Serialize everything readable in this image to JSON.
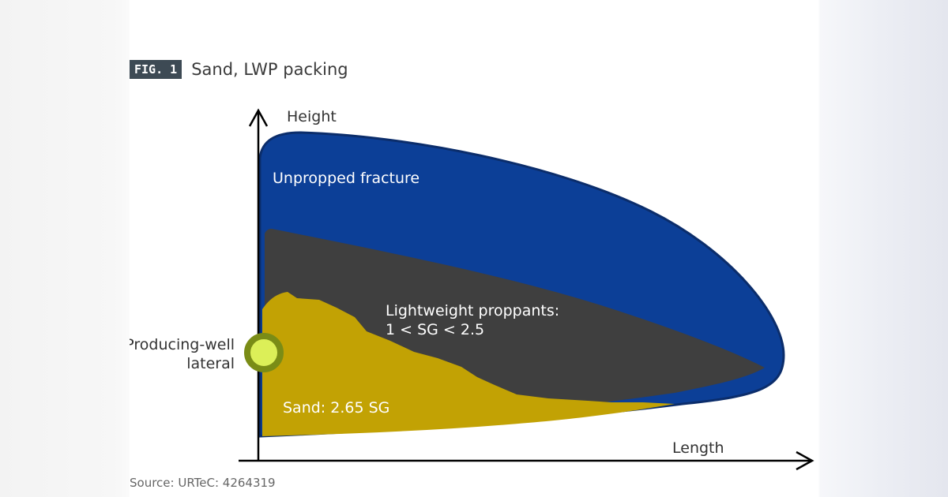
{
  "figure": {
    "badge": "FIG. 1",
    "title": "Sand, LWP packing"
  },
  "diagram": {
    "axis_y_label": "Height",
    "axis_x_label": "Length",
    "regions": {
      "unpropped": {
        "label": "Unpropped fracture",
        "color": "#0c3f97"
      },
      "lightweight": {
        "label_line1": "Lightweight proppants:",
        "label_line2": "1 < SG < 2.5",
        "color": "#3f3f3f"
      },
      "sand": {
        "label": "Sand: 2.65 SG",
        "color": "#c2a204"
      }
    },
    "well": {
      "label_line1": "Producing-well",
      "label_line2": "lateral",
      "color": "#dcef58"
    },
    "outline_color": "#0b2d6b"
  },
  "source": "Source: URTeC: 4264319"
}
